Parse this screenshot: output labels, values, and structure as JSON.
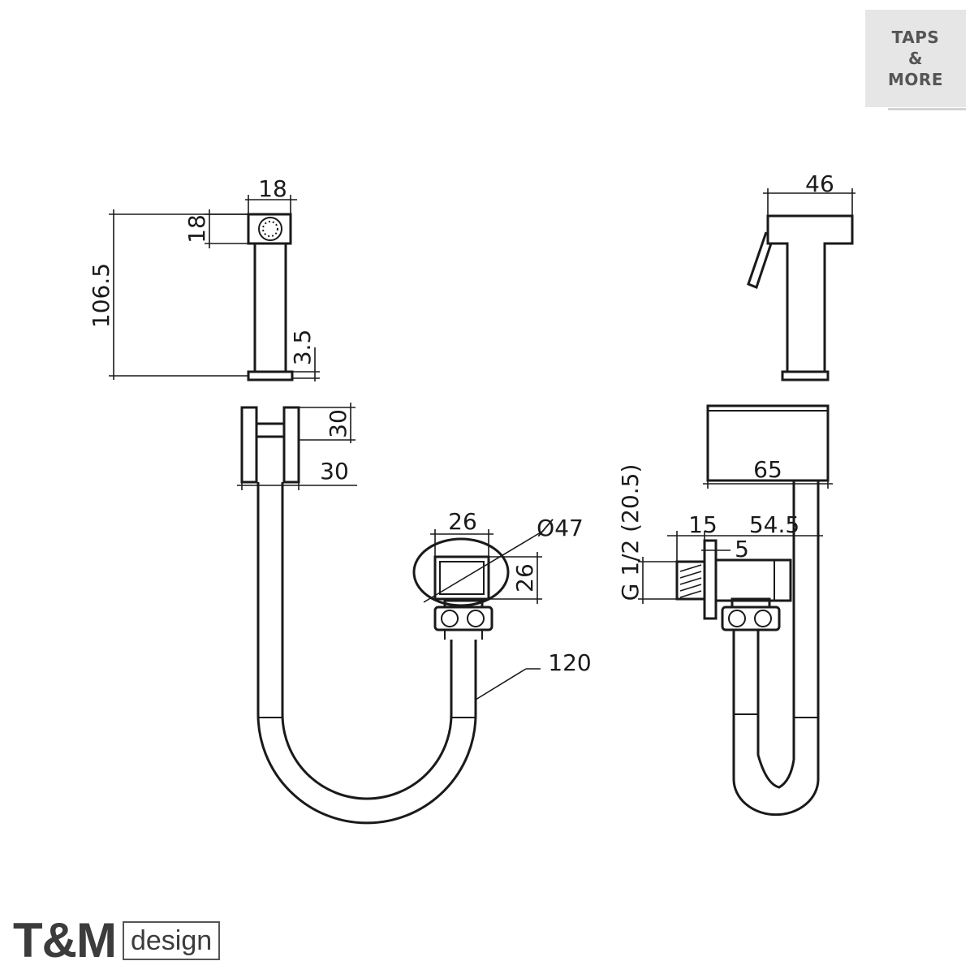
{
  "badge": {
    "lines": [
      "TAPS",
      "&",
      "MORE"
    ]
  },
  "logo": {
    "main": "T&M",
    "sub": "design"
  },
  "dimensions": {
    "top_width": "18",
    "head_height": "18",
    "overall_height": "106.5",
    "collar_gap": "3.5",
    "bracket_height": "30",
    "bracket_depth": "30",
    "outlet_width": "26",
    "flange_diameter": "Ø47",
    "outlet_height": "26",
    "hose_length": "120",
    "side_width": "46",
    "holder_projection": "65",
    "thread": "G 1/2 (20.5)",
    "thread_length": "15",
    "flange_thickness": "5",
    "wall_offset": "54.5"
  }
}
